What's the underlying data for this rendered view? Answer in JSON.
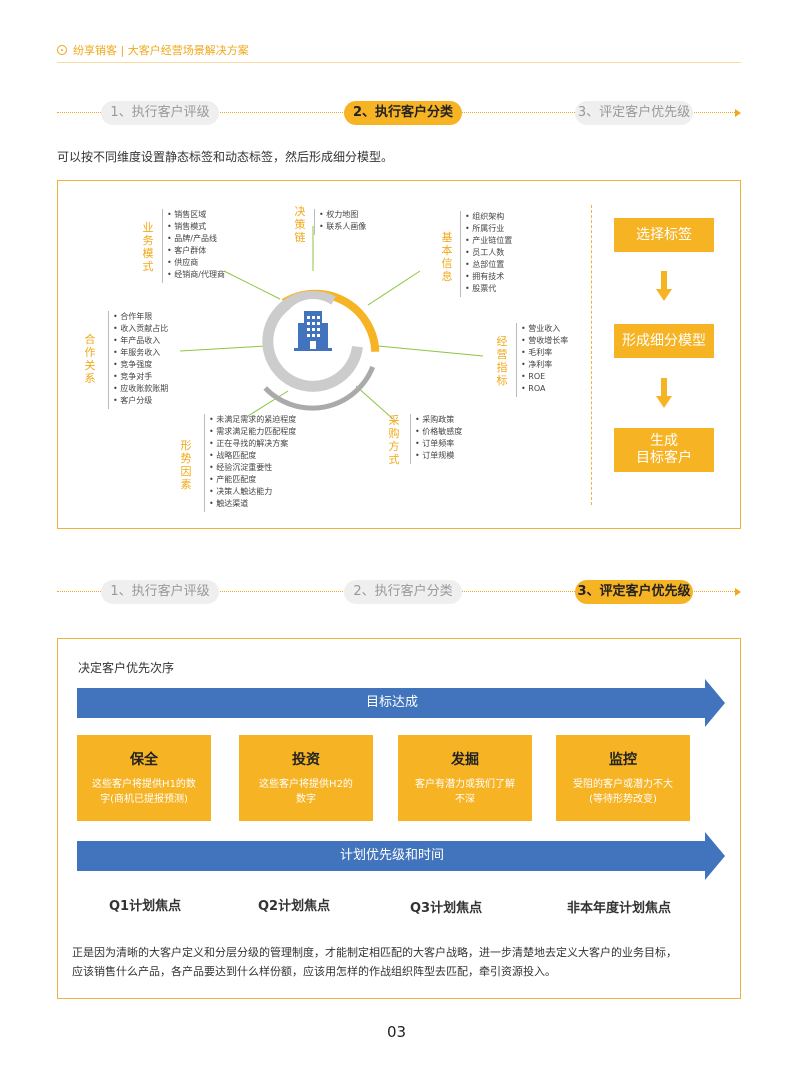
{
  "header": {
    "text": "纷享销客 | 大客户经营场景解决方案"
  },
  "steps_top": {
    "step1": "1、执行客户评级",
    "step2": "2、执行客户分类",
    "step3": "3、评定客户优先级"
  },
  "intro": "可以按不同维度设置静态标签和动态标签，然后形成细分模型。",
  "diagram": {
    "groups": [
      {
        "label": "业务模式",
        "items": [
          "销售区域",
          "销售模式",
          "品牌/产品线",
          "客户群体",
          "供应商",
          "经销商/代理商"
        ]
      },
      {
        "label": "决策链",
        "items": [
          "权力地图",
          "联系人画像"
        ]
      },
      {
        "label": "基本信息",
        "items": [
          "组织架构",
          "所属行业",
          "产业链位置",
          "员工人数",
          "总部位置",
          "拥有技术",
          "股票代"
        ]
      },
      {
        "label": "合作关系",
        "items": [
          "合作年限",
          "收入贡献占比",
          "年产品收入",
          "年服务收入",
          "竞争强度",
          "竞争对手",
          "应收账款账期",
          "客户分级"
        ]
      },
      {
        "label": "经营指标",
        "items": [
          "营业收入",
          "营收增长率",
          "毛利率",
          "净利率",
          "ROE",
          "ROA"
        ]
      },
      {
        "label": "形势因素",
        "items": [
          "未满足需求的紧迫程度",
          "需求满足能力匹配程度",
          "正在寻找的解决方案",
          "战略匹配度",
          "经验沉淀重要性",
          "产能匹配度",
          "决策人触达能力",
          "触达渠道"
        ]
      },
      {
        "label": "采购方式",
        "items": [
          "采购政策",
          "价格敏感度",
          "订单频率",
          "订单规模"
        ]
      }
    ],
    "flow": {
      "btn1": "选择标签",
      "btn2": "形成细分模型",
      "btn3_line1": "生成",
      "btn3_line2": "目标客户"
    }
  },
  "steps_bottom": {
    "step1": "1、执行客户评级",
    "step2": "2、执行客户分类",
    "step3": "3、评定客户优先级"
  },
  "priority": {
    "title": "决定客户优先次序",
    "arrow1": "目标达成",
    "cards": [
      {
        "title": "保全",
        "line1": "这些客户将提供H1的数",
        "line2": "字(商机已提报预测)"
      },
      {
        "title": "投资",
        "line1": "这些客户将提供H2的",
        "line2": "数字"
      },
      {
        "title": "发掘",
        "line1": "客户有潜力或我们了解",
        "line2": "不深"
      },
      {
        "title": "监控",
        "line1": "受阻的客户或潜力不大",
        "line2": "(等待形势改变)"
      }
    ],
    "arrow2": "计划优先级和时间",
    "quarters": [
      "Q1计划焦点",
      "Q2计划焦点",
      "Q3计划焦点",
      "非本年度计划焦点"
    ],
    "para_line1": "正是因为清晰的大客户定义和分层分级的管理制度，才能制定相匹配的大客户战略，进一步清楚地去定义大客户的业务目标，",
    "para_line2": "应该销售什么产品，各产品要达到什么样份额，应该用怎样的作战组织阵型去匹配，牵引资源投入。"
  },
  "page_number": "03",
  "colors": {
    "accent": "#f6b324",
    "blue": "#4274bd",
    "border": "#f0b23a"
  }
}
